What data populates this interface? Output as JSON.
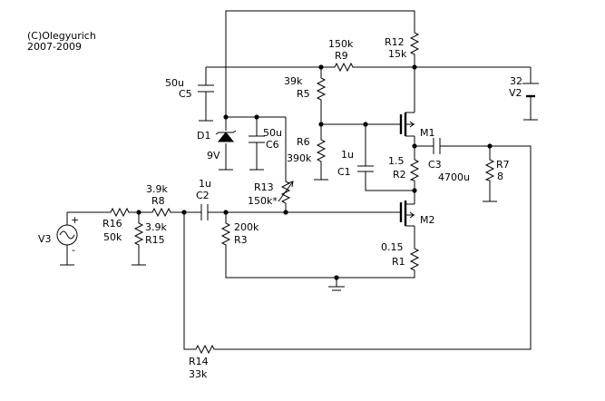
{
  "credits": {
    "author": "(C)Olegyurich",
    "years": "2007-2009"
  },
  "components": {
    "R12": {
      "name": "R12",
      "value": "15k"
    },
    "R9": {
      "name": "R9",
      "value": "150k"
    },
    "C5": {
      "name": "C5",
      "value": "50u"
    },
    "R5": {
      "name": "R5",
      "value": "39k"
    },
    "V2": {
      "name": "V2",
      "value": "32"
    },
    "D1": {
      "name": "D1",
      "value": "9V"
    },
    "C6": {
      "name": "C6",
      "value": "50u"
    },
    "M1": {
      "name": "M1"
    },
    "R6": {
      "name": "R6",
      "value": "390k"
    },
    "C1": {
      "name": "C1",
      "value": "1u"
    },
    "R2": {
      "name": "R2",
      "value": "1.5"
    },
    "C3": {
      "name": "C3",
      "value": "4700u"
    },
    "R7": {
      "name": "R7",
      "value": "8"
    },
    "R13": {
      "name": "R13",
      "value": "150k*"
    },
    "R8": {
      "name": "R8",
      "value": "3.9k"
    },
    "C2": {
      "name": "C2",
      "value": "1u"
    },
    "R16": {
      "name": "R16",
      "value": "50k"
    },
    "R15": {
      "name": "R15",
      "value": "3.9k"
    },
    "V3": {
      "name": "V3"
    },
    "R3": {
      "name": "R3",
      "value": "200k"
    },
    "M2": {
      "name": "M2"
    },
    "R1": {
      "name": "R1",
      "value": "0.15"
    },
    "R14": {
      "name": "R14",
      "value": "33k"
    }
  },
  "source_polarity": {
    "plus": "+",
    "minus": "-"
  }
}
